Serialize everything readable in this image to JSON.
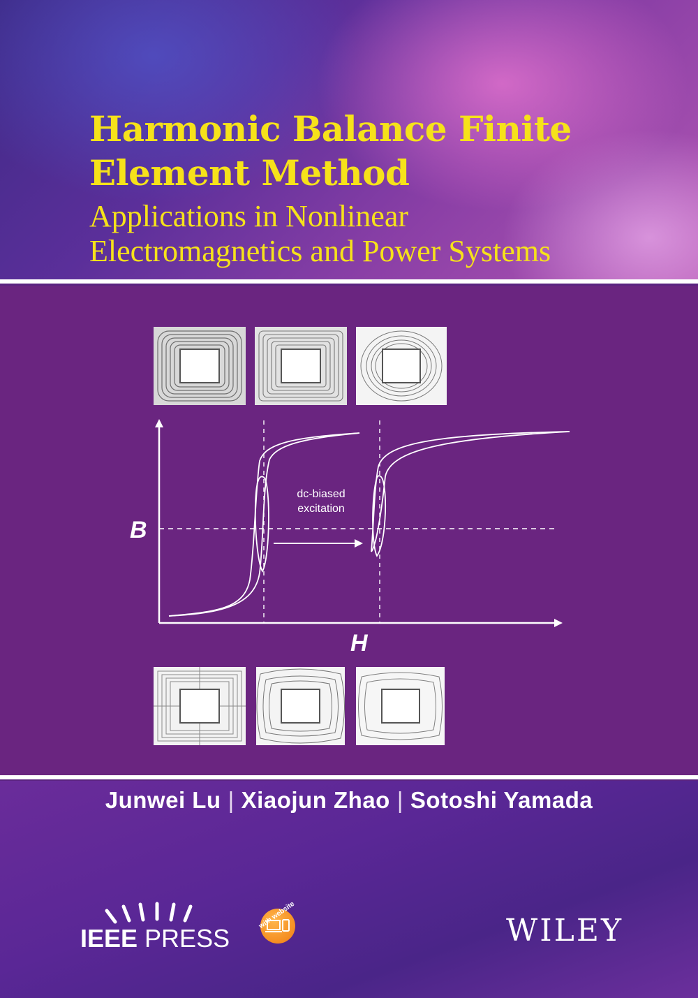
{
  "cover": {
    "title_line1": "Harmonic Balance Finite",
    "title_line2": "Element Method",
    "subtitle_line1": "Applications in Nonlinear",
    "subtitle_line2": "Electromagnetics and Power Systems",
    "authors": [
      "Junwei Lu",
      "Xiaojun Zhao",
      "Sotoshi Yamada"
    ],
    "author_separator": "|",
    "colors": {
      "title": "#f6e21a",
      "panel": "#6a2580",
      "rule": "#ffffff"
    }
  },
  "diagram": {
    "y_axis_label": "B",
    "x_axis_label": "H",
    "annotation_line1": "dc-biased",
    "annotation_line2": "excitation"
  },
  "logos": {
    "publisher": "WILEY",
    "ieee_bold": "IEEE",
    "ieee_rest": " PRESS",
    "website_badge": "with website"
  }
}
